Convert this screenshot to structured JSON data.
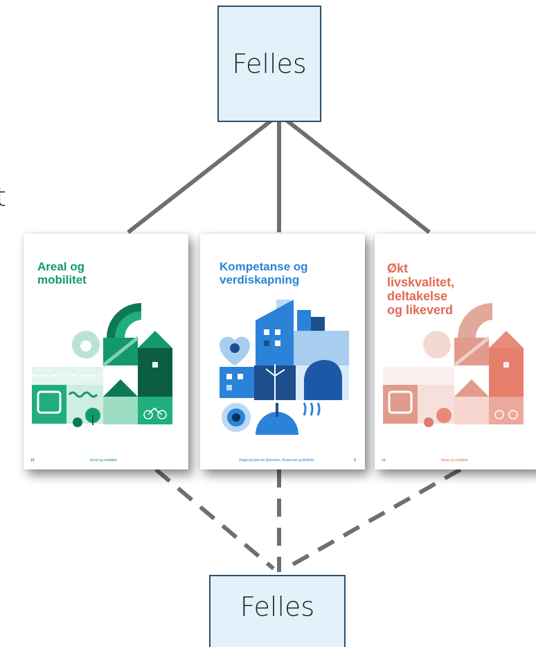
{
  "nodes": {
    "top": {
      "label": "Felles"
    },
    "bottom": {
      "label": "Felles"
    }
  },
  "edge_fragment": "t",
  "documents": [
    {
      "title": "Areal og\nmobilitet",
      "footer": "Areal og mobilitet",
      "page_number": "10",
      "color": "#0f9a6c"
    },
    {
      "title": "Kompetanse og\nverdiskapning",
      "footer": "Regional plan for Akershus, Buskerud og Østfold",
      "page_number": "9",
      "color": "#2a83d8"
    },
    {
      "title": "Økt\nlivskvalitet,\ndeltakelse\nog likeverd",
      "footer": "Areal og mobilitet",
      "page_number": "10",
      "color": "#e26a55"
    }
  ],
  "connections": {
    "solid": "top-to-documents",
    "dashed": "documents-to-bottom"
  },
  "colors": {
    "box_fill": "#e3f1fb",
    "box_border": "#2e4e66",
    "connector": "#6f6f6f"
  }
}
